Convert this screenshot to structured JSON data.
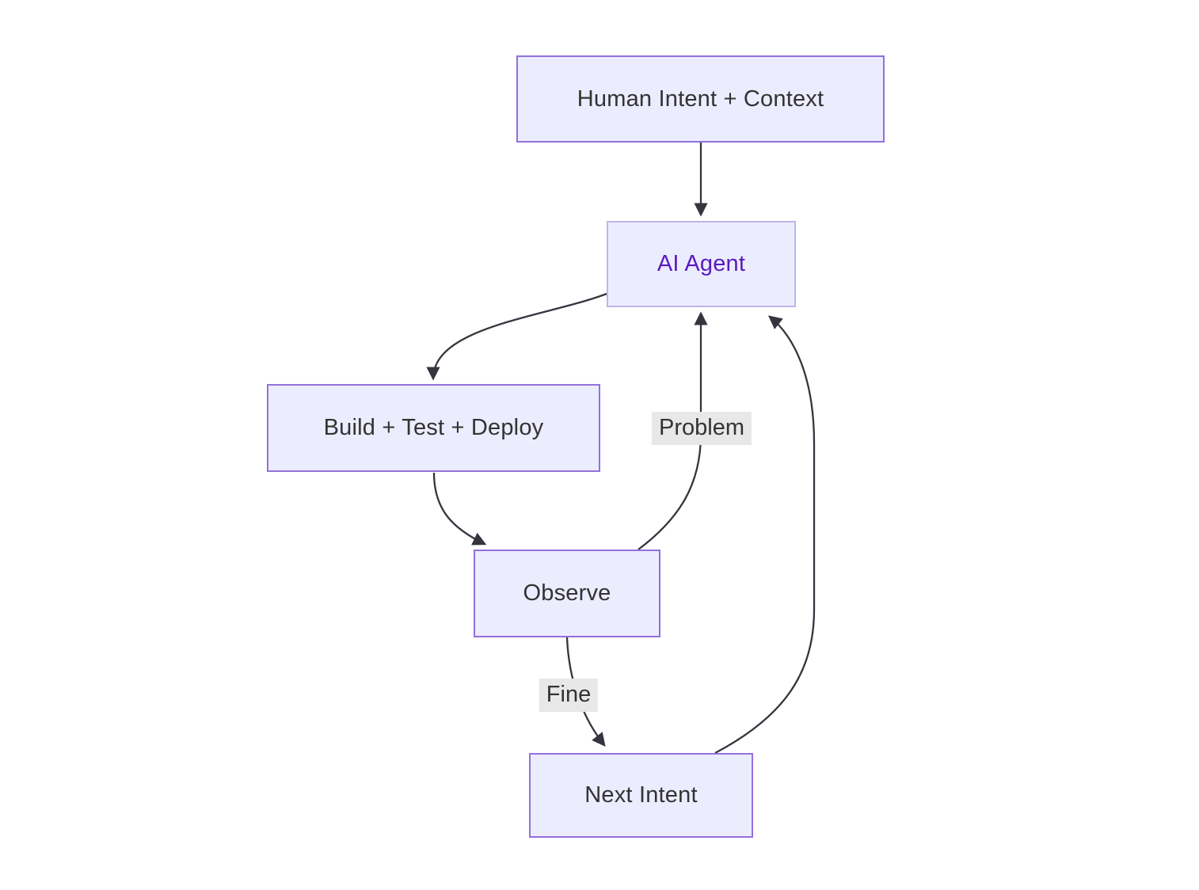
{
  "diagram": {
    "type": "flowchart",
    "direction": "top-down",
    "nodes": [
      {
        "id": "human_intent",
        "label": "Human Intent + Context"
      },
      {
        "id": "ai_agent",
        "label": "AI Agent",
        "emphasized": true
      },
      {
        "id": "build",
        "label": "Build + Test + Deploy"
      },
      {
        "id": "observe",
        "label": "Observe"
      },
      {
        "id": "next_intent",
        "label": "Next Intent"
      }
    ],
    "edges": [
      {
        "from": "human_intent",
        "to": "ai_agent",
        "label": ""
      },
      {
        "from": "ai_agent",
        "to": "build",
        "label": ""
      },
      {
        "from": "build",
        "to": "observe",
        "label": ""
      },
      {
        "from": "observe",
        "to": "ai_agent",
        "label": "Problem"
      },
      {
        "from": "observe",
        "to": "next_intent",
        "label": "Fine"
      },
      {
        "from": "next_intent",
        "to": "ai_agent",
        "label": ""
      }
    ],
    "colors": {
      "node_fill": "#ECECFF",
      "node_border": "#9370DB",
      "agent_border": "#bdb5ea",
      "agent_text": "#5a1bbe",
      "text": "#333333",
      "edge": "#353540",
      "edge_label_bg": "#e8e8e8",
      "background": "#ffffff"
    }
  }
}
